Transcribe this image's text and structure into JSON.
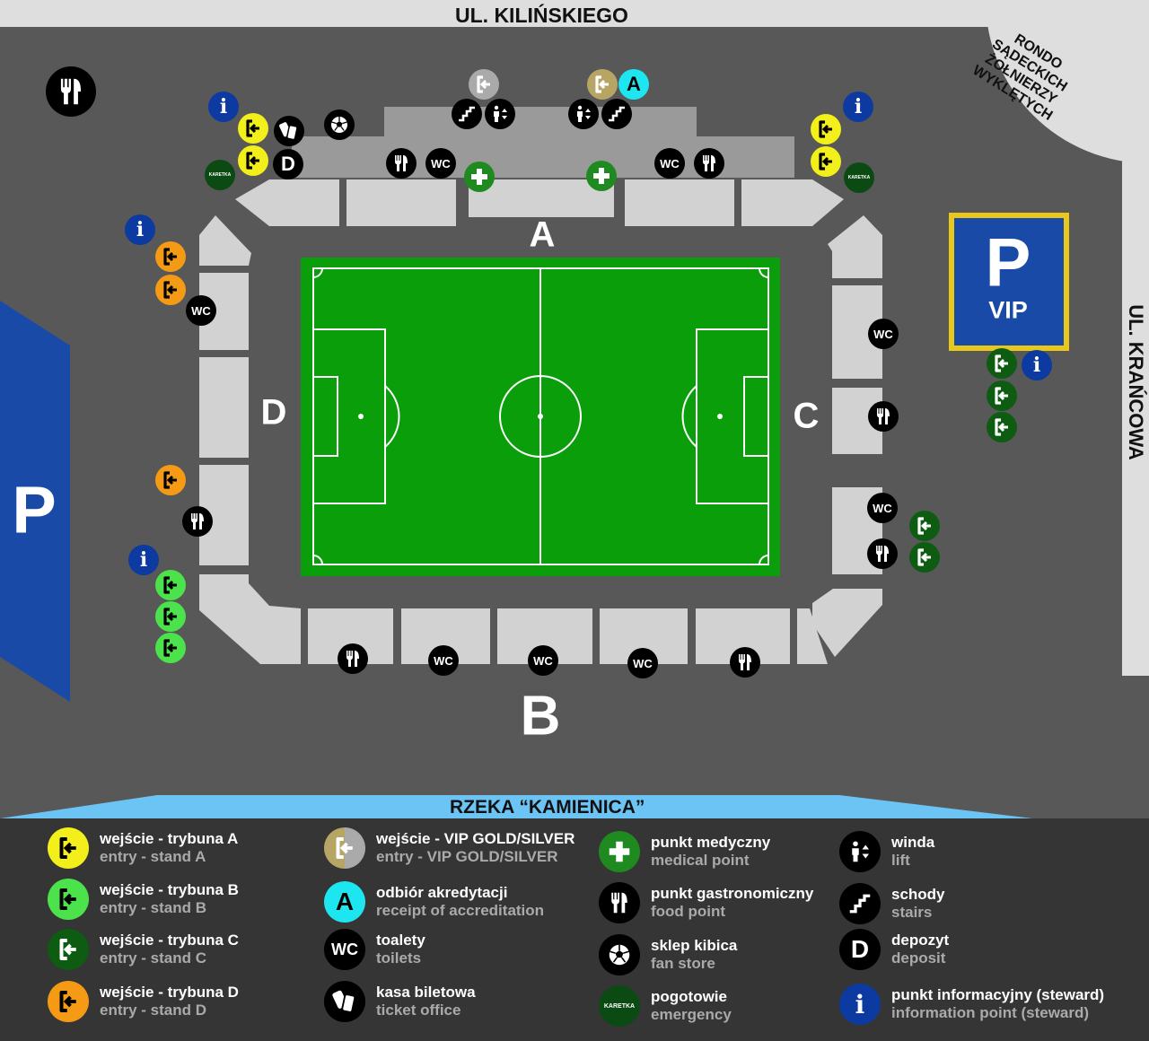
{
  "streets": {
    "top": "UL. KILIŃSKIEGO",
    "right": "UL. KRAŃCOWA",
    "rondo": [
      "RONDO",
      "SĄDECKICH",
      "ŻOŁNIERZY",
      "WYKLĘTYCH"
    ],
    "river": "RZEKA “KAMIENICA”"
  },
  "parking": {
    "main": "P",
    "vip_letter": "P",
    "vip_label": "VIP"
  },
  "stands": {
    "a": "A",
    "b": "B",
    "c": "C",
    "d": "D"
  },
  "markers": {
    "wc": "WC",
    "deposit": "D",
    "accreditation": "A",
    "info": "i",
    "ambulance": "KARETKA"
  },
  "colors": {
    "entry_a": "#f3ef1b",
    "entry_b": "#4be24b",
    "entry_c": "#0d5c12",
    "entry_d": "#f59a14",
    "vip_gold": "#b7a566",
    "vip_silver": "#aaaaaa",
    "accreditation": "#1ee6f0",
    "info": "#0c3aa0",
    "medical": "#1f8a1f",
    "pitch": "#0a9e0a",
    "river": "#6cc4f5",
    "parking": "#1a4aa8",
    "vip_border": "#e8c81a"
  },
  "legend": [
    {
      "icon": "entry",
      "pl": "wejście - trybuna A",
      "en": "entry - stand A"
    },
    {
      "icon": "entry",
      "pl": "wejście - trybuna B",
      "en": "entry - stand B"
    },
    {
      "icon": "entry",
      "pl": "wejście - trybuna C",
      "en": "entry - stand C"
    },
    {
      "icon": "entry",
      "pl": "wejście - trybuna D",
      "en": "entry - stand D"
    },
    {
      "icon": "entry",
      "pl": "wejście - VIP GOLD/SILVER",
      "en": "entry - VIP GOLD/SILVER"
    },
    {
      "icon": "A",
      "pl": "odbiór akredytacji",
      "en": "receipt of accreditation"
    },
    {
      "icon": "WC",
      "pl": "toalety",
      "en": "toilets"
    },
    {
      "icon": "ticket",
      "pl": "kasa biletowa",
      "en": "ticket office"
    },
    {
      "icon": "plus",
      "pl": "punkt medyczny",
      "en": "medical point"
    },
    {
      "icon": "food",
      "pl": "punkt gastronomiczny",
      "en": "food point"
    },
    {
      "icon": "ball",
      "pl": "sklep kibica",
      "en": "fan store"
    },
    {
      "icon": "KARETKA",
      "pl": "pogotowie",
      "en": "emergency"
    },
    {
      "icon": "lift",
      "pl": "winda",
      "en": "lift"
    },
    {
      "icon": "stairs",
      "pl": "schody",
      "en": "stairs"
    },
    {
      "icon": "D",
      "pl": "depozyt",
      "en": "deposit"
    },
    {
      "icon": "i",
      "pl": "punkt informacyjny (steward)",
      "en": "information point (steward)"
    }
  ]
}
